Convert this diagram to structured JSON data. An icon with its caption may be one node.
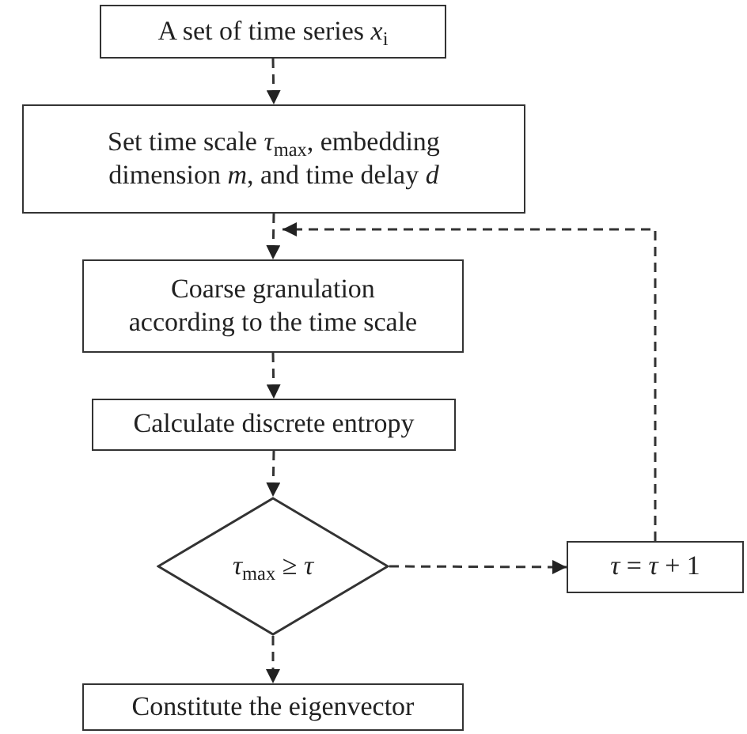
{
  "diagram": {
    "nodes": [
      {
        "text": [
          "A set of time series *x*$_{i}$"
        ]
      },
      {
        "text": [
          "Set time scale *τ*$_{max}$, embedding dimension *m*, and time delay *d*"
        ]
      },
      {
        "text": [
          "Coarse granulation according to the time scale"
        ]
      },
      {
        "text": [
          "Calculate discrete entropy"
        ]
      },
      {
        "text": [
          "*τ*$_{max}$ ≥ *τ*"
        ]
      },
      {
        "text": [
          "*τ* = *τ* + 1"
        ]
      },
      {
        "text": [
          "Constitute the eigenvector"
        ]
      }
    ],
    "edges": [
      {
        "from": 0,
        "to": 1,
        "arrow": "to",
        "style": "dashed"
      },
      {
        "from": 1,
        "to": 2,
        "arrow": "to",
        "style": "dashed"
      },
      {
        "from": 2,
        "to": 3,
        "arrow": "to",
        "style": "dashed"
      },
      {
        "from": 3,
        "to": 4,
        "arrow": "to",
        "style": "dashed"
      },
      {
        "from": 4,
        "to": 5,
        "arrow": "to",
        "style": "dashed"
      },
      {
        "from": 5,
        "to": 2,
        "arrow": "to",
        "style": "dashed"
      },
      {
        "from": 4,
        "to": 6,
        "arrow": "to",
        "style": "dashed"
      }
    ]
  }
}
